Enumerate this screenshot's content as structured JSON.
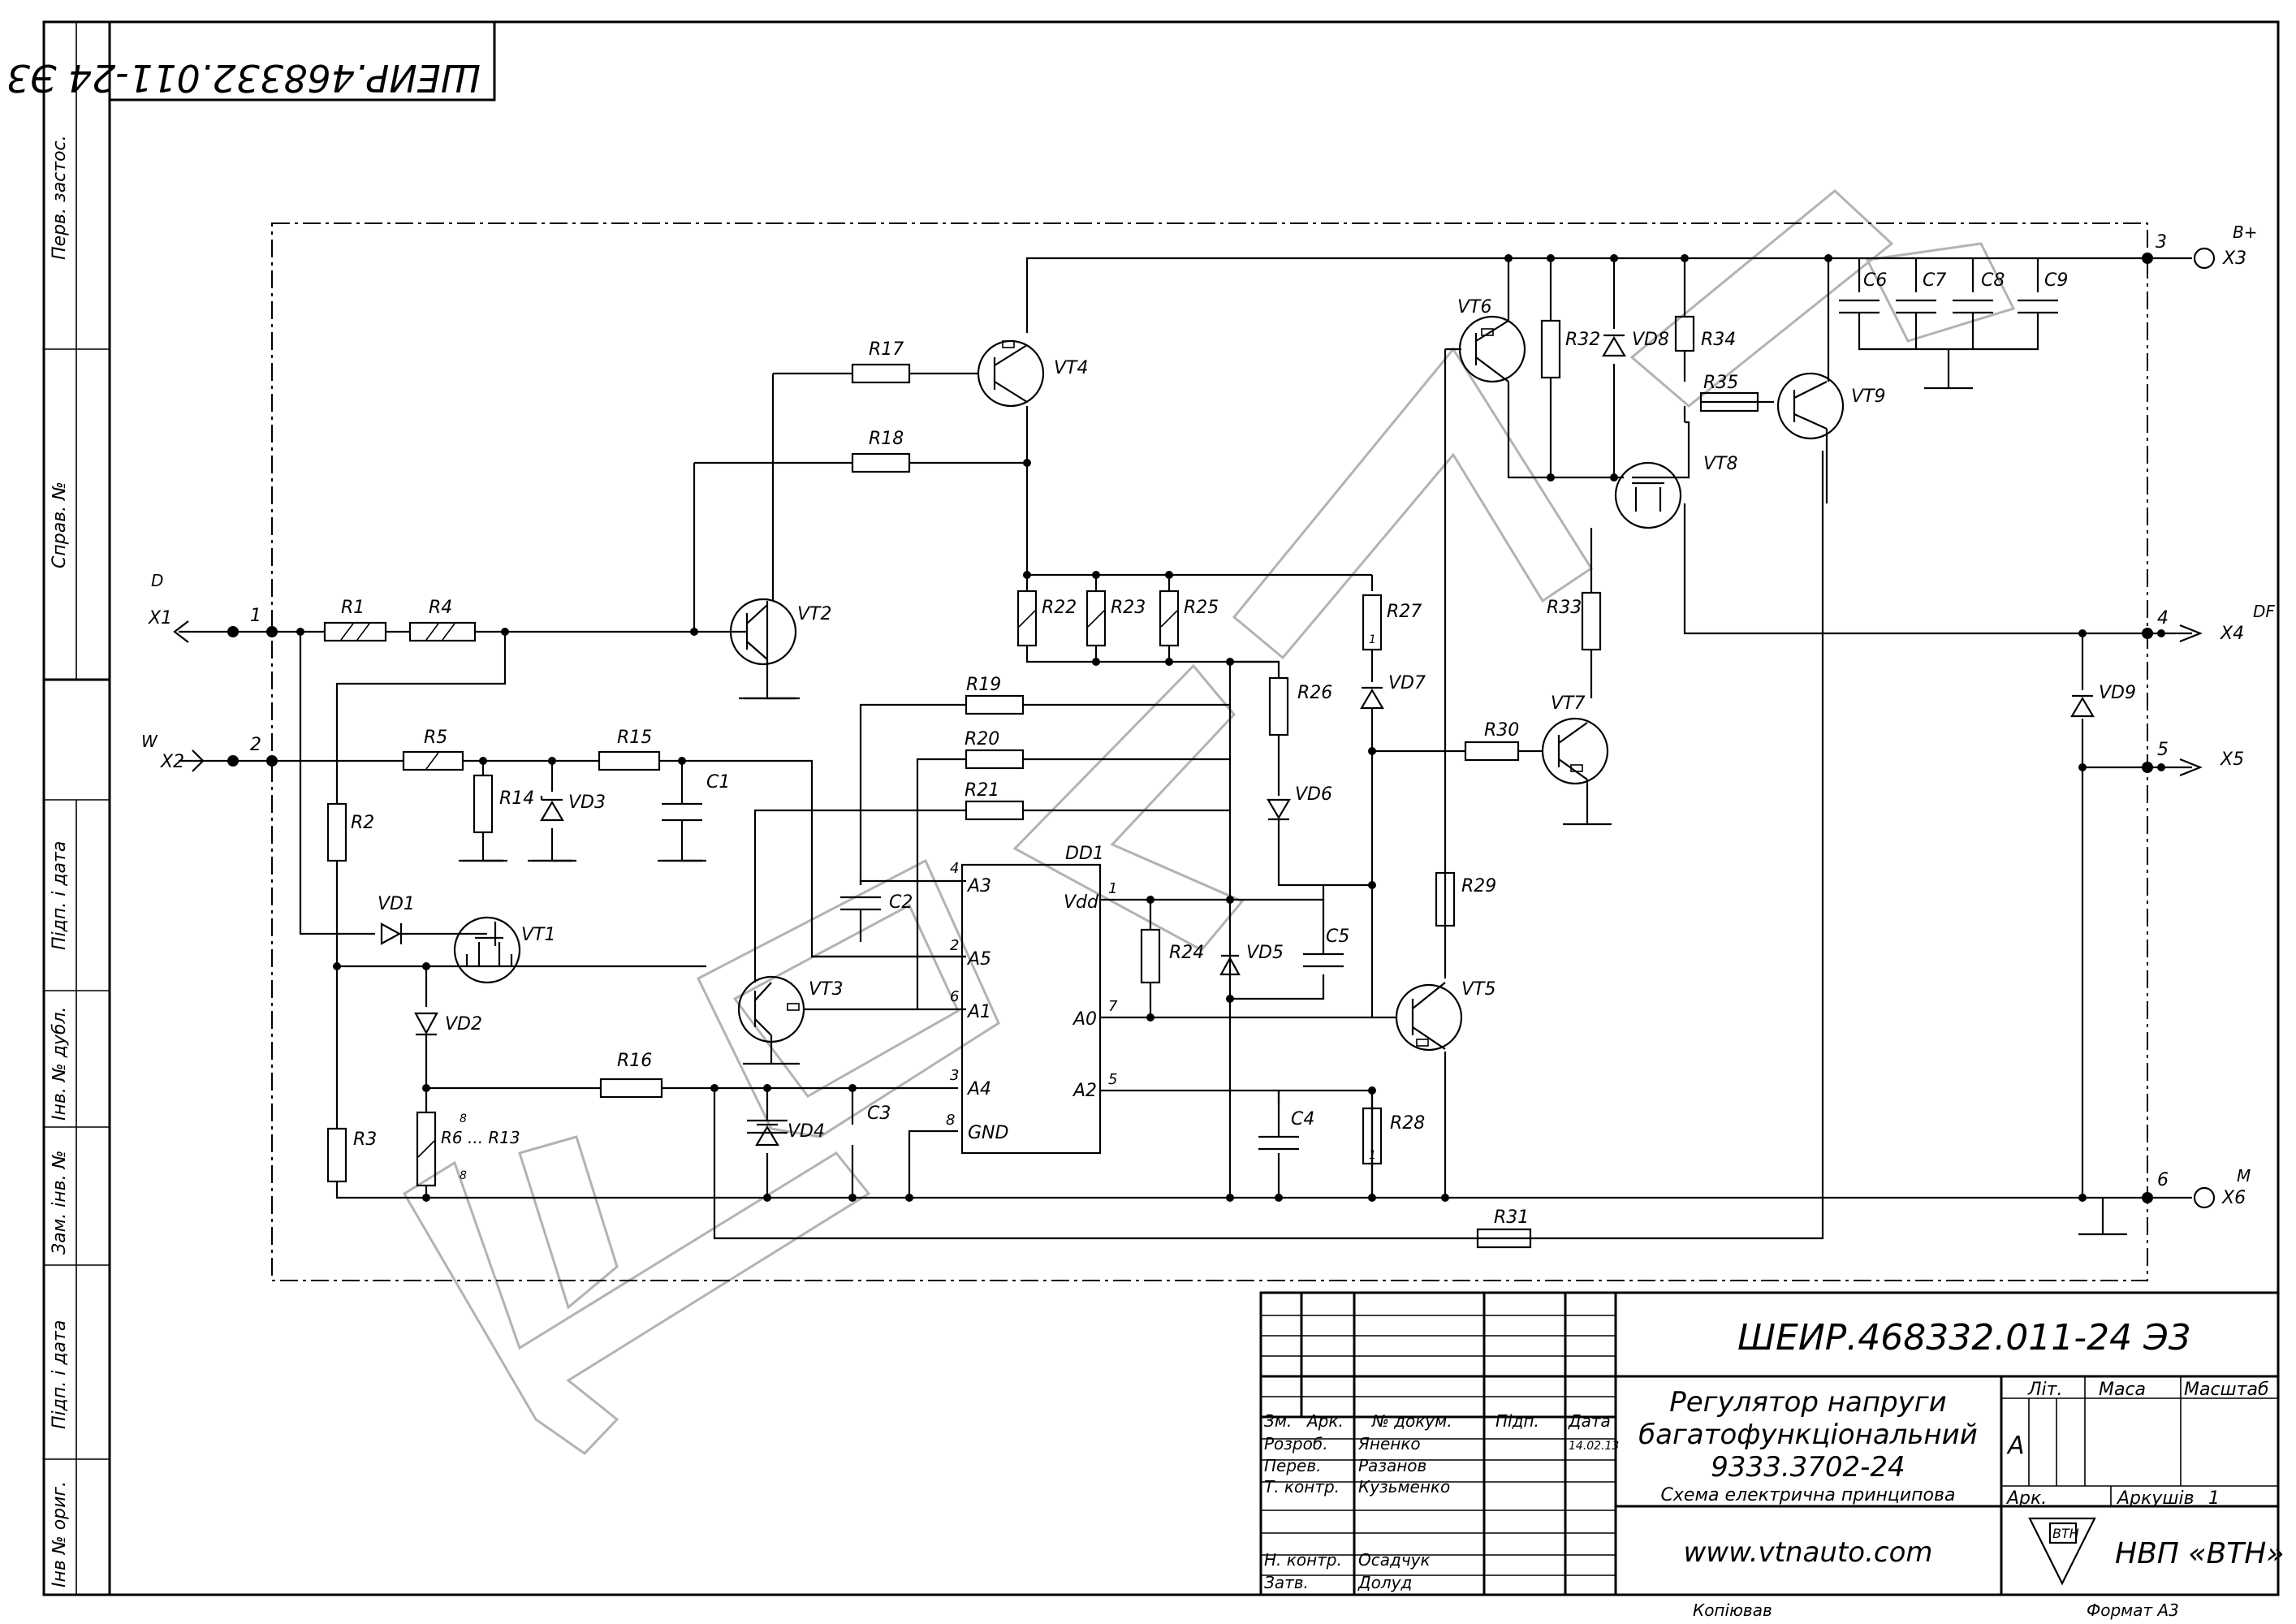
{
  "doc_code": "ШЕИР.468332.011-24 Э3",
  "doc_code_rot": "ШЕИР.468332.011-24 Э3",
  "title": {
    "line1": "Регулятор напруги",
    "line2": "багатофункціональний",
    "line3": "9333.3702-24",
    "line4": "Схема електрична принципова"
  },
  "website": "www.vtnauto.com",
  "company": "НВП «ВТН»",
  "company_logo_text": "ВТН",
  "footer": {
    "copied": "Копіював",
    "format": "Формат А3"
  },
  "left_strip": [
    "Перв. застос.",
    "Справ. №",
    "Підп. і дата",
    "Інв. № дубл.",
    "Зам. інв. №",
    "Підп. і дата",
    "Інв № ориг."
  ],
  "stamp": {
    "header": [
      "Зм.",
      "Арк.",
      "№ докум.",
      "Підп.",
      "Дата"
    ],
    "rows": [
      {
        "role": "Розроб.",
        "name": "Яненко",
        "date": "14.02.13"
      },
      {
        "role": "Перев.",
        "name": "Разанов",
        "date": ""
      },
      {
        "role": "Т. контр.",
        "name": "Кузьменко",
        "date": ""
      },
      {
        "role": "Н. контр.",
        "name": "Осадчук",
        "date": ""
      },
      {
        "role": "Затв.",
        "name": "Долуд",
        "date": ""
      }
    ],
    "lit": "Літ.",
    "mass": "Маса",
    "scale": "Масштаб",
    "lit_value": "А",
    "sheet": "Арк.",
    "sheets": "Аркушів",
    "sheets_value": "1"
  },
  "connectors": {
    "X1": {
      "name": "X1",
      "pin": "1",
      "signal": "D"
    },
    "X2": {
      "name": "X2",
      "pin": "2",
      "signal": "W"
    },
    "X3": {
      "name": "X3",
      "pin": "3",
      "signal": "B+"
    },
    "X4": {
      "name": "X4",
      "pin": "4",
      "signal": "DF"
    },
    "X5": {
      "name": "X5",
      "pin": "5",
      "signal": ""
    },
    "X6": {
      "name": "X6",
      "pin": "6",
      "signal": "M"
    }
  },
  "components": {
    "R1": "R1",
    "R2": "R2",
    "R3": "R3",
    "R4": "R4",
    "R5": "R5",
    "R6_13": "R6 ... R13",
    "R14": "R14",
    "R15": "R15",
    "R16": "R16",
    "R17": "R17",
    "R18": "R18",
    "R19": "R19",
    "R20": "R20",
    "R21": "R21",
    "R22": "R22",
    "R23": "R23",
    "R24": "R24",
    "R25": "R25",
    "R26": "R26",
    "R27": "R27",
    "R28": "R28",
    "R29": "R29",
    "R30": "R30",
    "R31": "R31",
    "R32": "R32",
    "R33": "R33",
    "R34": "R34",
    "R35": "R35",
    "C1": "C1",
    "C2": "C2",
    "C3": "C3",
    "C4": "C4",
    "C5": "C5",
    "C6": "C6",
    "C7": "C7",
    "C8": "C8",
    "C9": "C9",
    "VD1": "VD1",
    "VD2": "VD2",
    "VD3": "VD3",
    "VD4": "VD4",
    "VD5": "VD5",
    "VD6": "VD6",
    "VD7": "VD7",
    "VD8": "VD8",
    "VD9": "VD9",
    "VT1": "VT1",
    "VT2": "VT2",
    "VT3": "VT3",
    "VT4": "VT4",
    "VT5": "VT5",
    "VT6": "VT6",
    "VT7": "VT7",
    "VT8": "VT8",
    "VT9": "VT9",
    "DD1": "DD1"
  },
  "dd1_pins": {
    "left": [
      {
        "num": "4",
        "name": "A3"
      },
      {
        "num": "2",
        "name": "A5"
      },
      {
        "num": "6",
        "name": "A1"
      },
      {
        "num": "3",
        "name": "A4"
      },
      {
        "num": "8",
        "name": "GND"
      }
    ],
    "right": [
      {
        "num": "1",
        "name": "Vdd"
      },
      {
        "num": "7",
        "name": "A0"
      },
      {
        "num": "5",
        "name": "A2"
      }
    ]
  },
  "misc": {
    "r27_mark": "1",
    "r28_mark": "1",
    "r6_mark_top": "8",
    "r6_mark_bot": "8"
  }
}
